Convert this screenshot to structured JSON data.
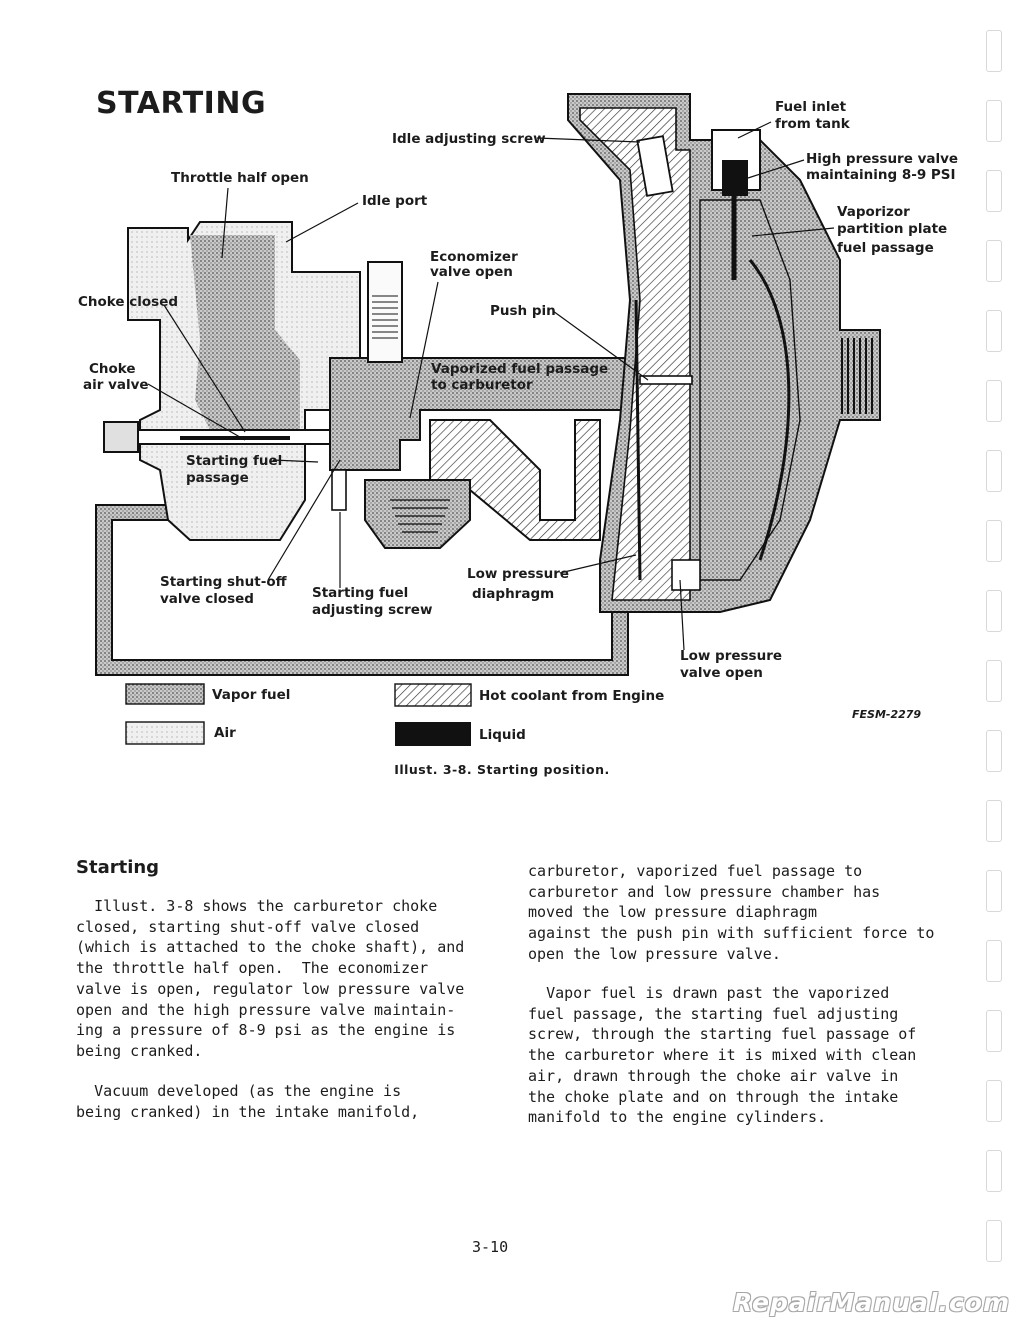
{
  "page_title": "STARTING",
  "diagram": {
    "labels": {
      "idle_adjusting_screw": "Idle adjusting screw",
      "throttle_half_open": "Throttle half open",
      "idle_port": "Idle port",
      "economizer_valve_open_1": "Economizer",
      "economizer_valve_open_2": "valve open",
      "choke_closed": "Choke closed",
      "push_pin": "Push pin",
      "choke_air_valve_1": "Choke",
      "choke_air_valve_2": "air valve",
      "vaporized_fuel_passage_1": "Vaporized fuel passage",
      "vaporized_fuel_passage_2": "to carburetor",
      "starting_fuel_passage_1": "Starting fuel",
      "starting_fuel_passage_2": "passage",
      "fuel_inlet_1": "Fuel inlet",
      "fuel_inlet_2": "from tank",
      "high_pressure_valve_1": "High pressure valve",
      "high_pressure_valve_2": "maintaining 8-9 PSI",
      "vaporizor_partition_1": "Vaporizor",
      "vaporizor_partition_2": "partition plate",
      "vaporizor_partition_3": "fuel passage",
      "starting_shutoff_1": "Starting shut-off",
      "starting_shutoff_2": "valve closed",
      "starting_fuel_adj_1": "Starting fuel",
      "starting_fuel_adj_2": "adjusting screw",
      "low_pressure_diaphragm_1": "Low pressure",
      "low_pressure_diaphragm_2": "diaphragm",
      "low_pressure_valve_1": "Low pressure",
      "low_pressure_valve_2": "valve open",
      "figure_code": "FESM-2279"
    },
    "legend": [
      {
        "label": "Vapor fuel",
        "pattern": "dots"
      },
      {
        "label": "Air",
        "pattern": "light"
      },
      {
        "label": "Hot coolant from Engine",
        "pattern": "hatch"
      },
      {
        "label": "Liquid",
        "pattern": "solid"
      }
    ],
    "caption": "Illust. 3-8.  Starting position."
  },
  "section": {
    "heading": "Starting",
    "col1_p1": "  Illust. 3-8 shows the carburetor choke\nclosed, starting shut-off valve closed\n(which is attached to the choke shaft), and\nthe throttle half open.  The economizer\nvalve is open, regulator low pressure valve\nopen and the high pressure valve maintain-\ning a pressure of 8-9 psi as the engine is\nbeing cranked.",
    "col1_p2": "  Vacuum developed (as the engine is\nbeing cranked) in the intake manifold,",
    "col2_p1": "carburetor, vaporized fuel passage to\ncarburetor and low pressure chamber has\nmoved the low pressure diaphragm\nagainst the push pin with sufficient force to\nopen the low pressure valve.",
    "col2_p2": "  Vapor fuel is drawn past the vaporized\nfuel passage, the starting fuel adjusting\nscrew, through the starting fuel passage of\nthe carburetor where it is mixed with clean\nair, drawn through the choke air valve in\nthe choke plate and on through the intake\nmanifold to the engine cylinders."
  },
  "page_number": "3-10",
  "watermark": "RepairManual.com",
  "colors": {
    "ink": "#1c1c1c",
    "vapor": "#bdbdbd",
    "air": "#ececec"
  }
}
